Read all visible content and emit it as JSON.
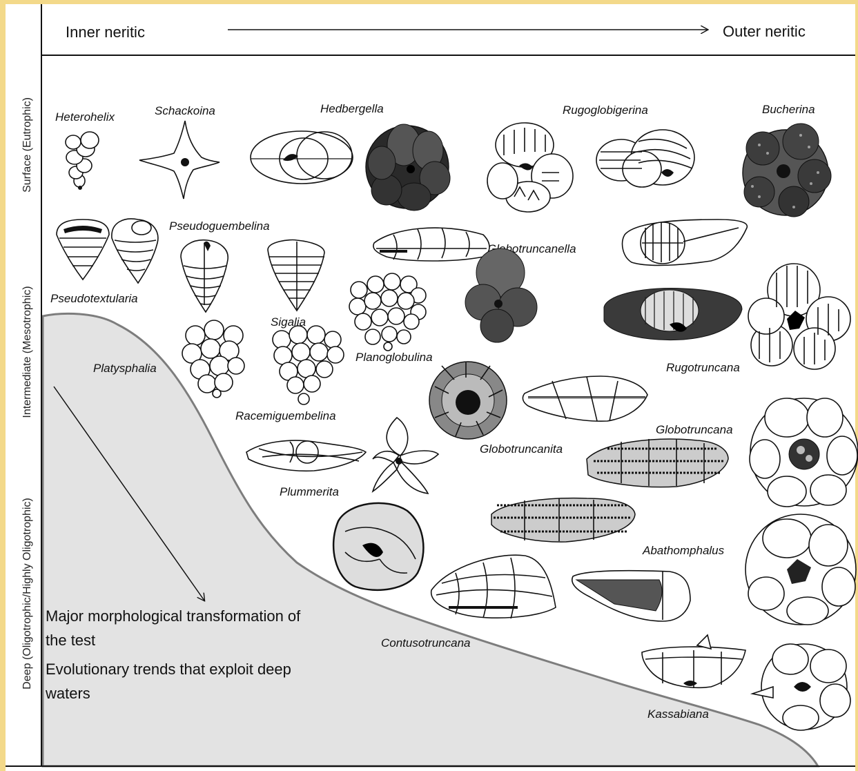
{
  "header": {
    "left_label": "Inner neritic",
    "right_label": "Outer neritic"
  },
  "zones": {
    "surface": "Surface (Eutrophic)",
    "intermediate": "Intermediate (Mesotrophic)",
    "deep": "Deep (Oligotrophic/Highly Oligotrophic)"
  },
  "notes": {
    "line1": "Major morphological transformation of",
    "line2": "the test",
    "line3": "Evolutionary trends that exploit deep",
    "line4": "waters"
  },
  "genera": {
    "heterohelix": "Heterohelix",
    "schackoina": "Schackoina",
    "hedbergella": "Hedbergella",
    "rugoglobigerina": "Rugoglobigerina",
    "bucherina": "Bucherina",
    "pseudoguembelina": "Pseudoguembelina",
    "pseudotextularia": "Pseudotextularia",
    "globotruncanella": "Globotruncanella",
    "sigalia": "Sigalia",
    "planoglobulina": "Planoglobulina",
    "platysphalia": "Platysphalia",
    "rugotruncana": "Rugotruncana",
    "racemiguembelina": "Racemiguembelina",
    "globotruncana": "Globotruncana",
    "globotruncanita": "Globotruncanita",
    "plummerita": "Plummerita",
    "abathomphalus": "Abathomphalus",
    "contusotruncana": "Contusotruncana",
    "kassabiana": "Kassabiana"
  },
  "colors": {
    "frame": "#f3d98a",
    "deep_area": "#e3e3e3",
    "deep_edge": "#7d7d7d"
  }
}
